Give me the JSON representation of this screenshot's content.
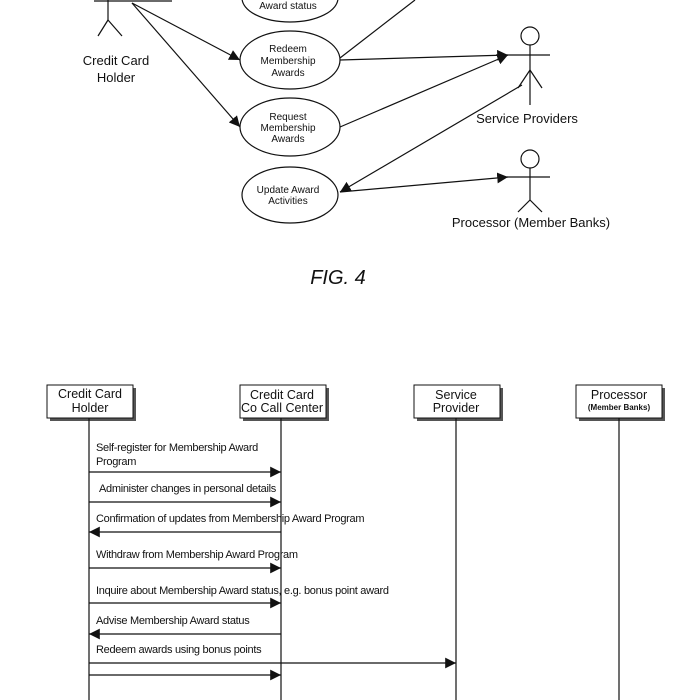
{
  "fig4": {
    "caption": "FIG. 4",
    "actors": {
      "holder": [
        "Credit Card",
        "Holder"
      ],
      "service_providers": "Service Providers",
      "processor": "Processor (Member Banks)"
    },
    "use_cases": {
      "award_status": "Award status",
      "redeem": [
        "Redeem",
        "Membership",
        "Awards"
      ],
      "request": [
        "Request",
        "Membership",
        "Awards"
      ],
      "update": [
        "Update Award",
        "Activities"
      ]
    }
  },
  "sequence": {
    "participants": [
      {
        "line1": "Credit Card",
        "line2": "Holder"
      },
      {
        "line1": "Credit Card",
        "line2": "Co Call Center"
      },
      {
        "line1": "Service",
        "line2": "Provider"
      },
      {
        "line1": "Processor",
        "line2": "(Member Banks)"
      }
    ],
    "messages": [
      {
        "text": "Self-register for Membership Award",
        "text2": "Program",
        "from": "Credit Card Holder",
        "to": "Credit Card Co Call Center"
      },
      {
        "text": "Administer changes in personal details",
        "from": "Credit Card Holder",
        "to": "Credit Card Co Call Center"
      },
      {
        "text": "Confirmation of updates from Membership Award Program",
        "from": "Credit Card Co Call Center",
        "to": "Credit Card Holder"
      },
      {
        "text": "Withdraw from Membership Award Program",
        "from": "Credit Card Holder",
        "to": "Credit Card Co Call Center"
      },
      {
        "text": "Inquire about Membership Award status, e.g. bonus point award",
        "from": "Credit Card Holder",
        "to": "Credit Card Co Call Center"
      },
      {
        "text": "Advise Membership Award status",
        "from": "Credit Card Co Call Center",
        "to": "Credit Card Holder"
      },
      {
        "text": "Redeem awards using bonus points",
        "from": "Credit Card Holder",
        "to": "Service Provider"
      },
      {
        "text": "",
        "from": "Credit Card Holder",
        "to": "Credit Card Co Call Center"
      }
    ]
  }
}
